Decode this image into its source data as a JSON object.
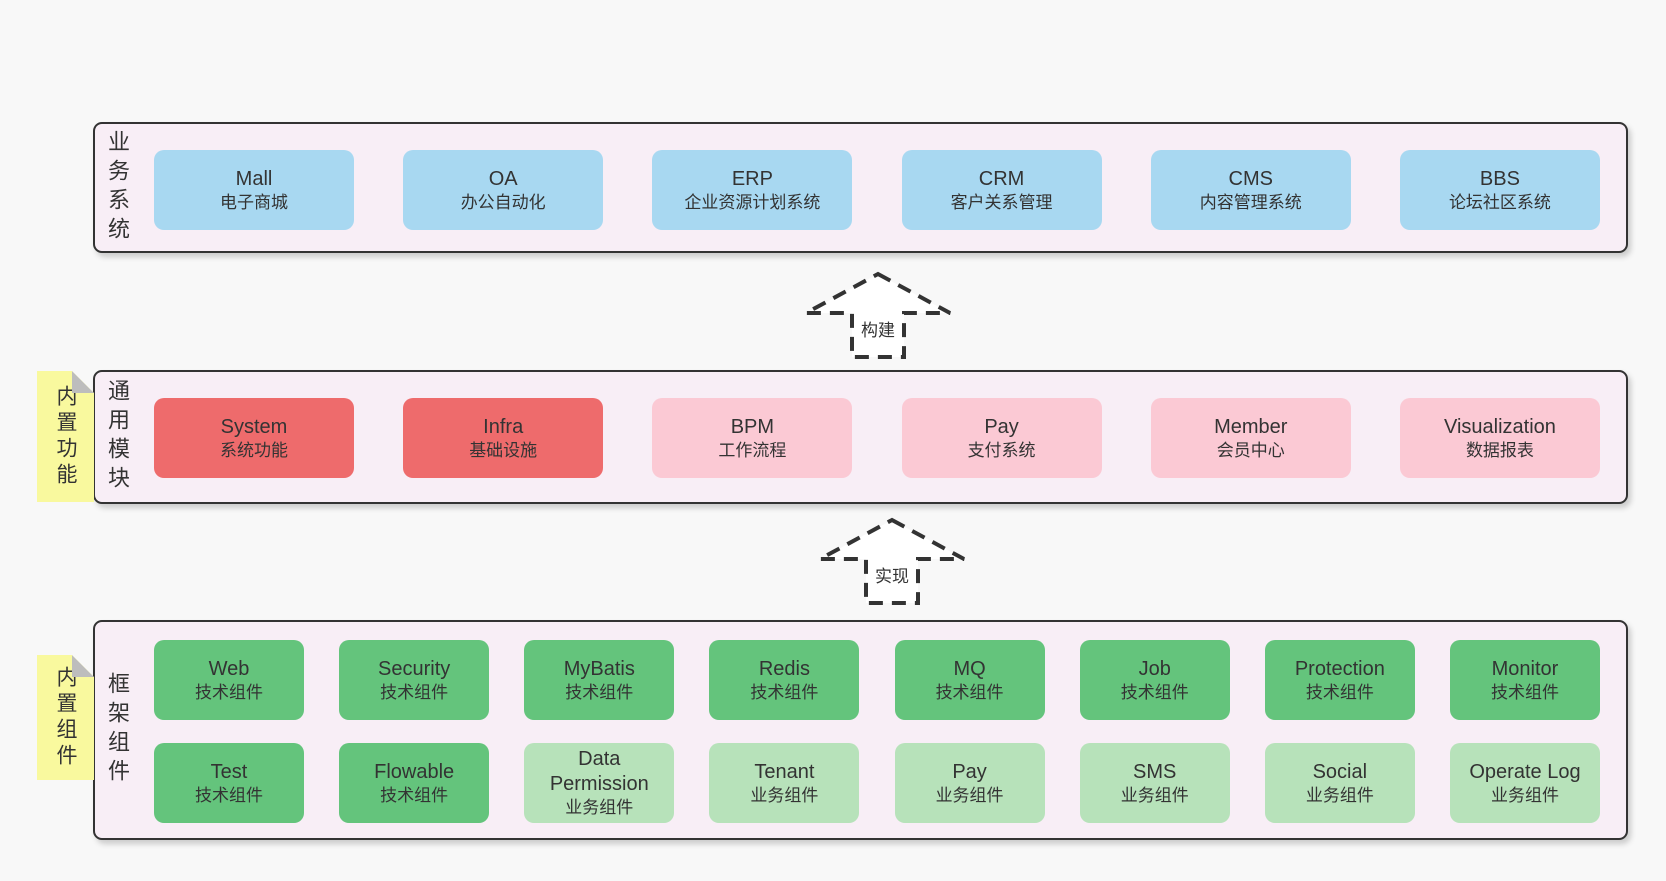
{
  "palette": {
    "page_bg": "#f8f8f8",
    "band_bg": "#f8eef6",
    "band_border": "#333333",
    "blue": "#a8d8f1",
    "red": "#ee6b6c",
    "pink": "#fbc9d4",
    "green": "#64c47c",
    "light_green": "#b7e2ba",
    "sticky_yellow": "#f9f99e",
    "text": "#333333"
  },
  "bands": [
    {
      "label": "业务系统",
      "boxes": [
        {
          "name": "Mall",
          "desc": "电子商城"
        },
        {
          "name": "OA",
          "desc": "办公自动化"
        },
        {
          "name": "ERP",
          "desc": "企业资源计划系统"
        },
        {
          "name": "CRM",
          "desc": "客户关系管理"
        },
        {
          "name": "CMS",
          "desc": "内容管理系统"
        },
        {
          "name": "BBS",
          "desc": "论坛社区系统"
        }
      ]
    },
    {
      "sticky": "内置功能",
      "label": "通用模块",
      "boxes": [
        {
          "name": "System",
          "desc": "系统功能"
        },
        {
          "name": "Infra",
          "desc": "基础设施"
        },
        {
          "name": "BPM",
          "desc": "工作流程"
        },
        {
          "name": "Pay",
          "desc": "支付系统"
        },
        {
          "name": "Member",
          "desc": "会员中心"
        },
        {
          "name": "Visualization",
          "desc": "数据报表"
        }
      ]
    },
    {
      "sticky": "内置组件",
      "label": "框架组件",
      "rows": [
        [
          {
            "name": "Web",
            "desc": "技术组件"
          },
          {
            "name": "Security",
            "desc": "技术组件"
          },
          {
            "name": "MyBatis",
            "desc": "技术组件"
          },
          {
            "name": "Redis",
            "desc": "技术组件"
          },
          {
            "name": "MQ",
            "desc": "技术组件"
          },
          {
            "name": "Job",
            "desc": "技术组件"
          },
          {
            "name": "Protection",
            "desc": "技术组件"
          },
          {
            "name": "Monitor",
            "desc": "技术组件"
          }
        ],
        [
          {
            "name": "Test",
            "desc": "技术组件"
          },
          {
            "name": "Flowable",
            "desc": "技术组件"
          },
          {
            "name": "Data Permission",
            "desc": "业务组件"
          },
          {
            "name": "Tenant",
            "desc": "业务组件"
          },
          {
            "name": "Pay",
            "desc": "业务组件"
          },
          {
            "name": "SMS",
            "desc": "业务组件"
          },
          {
            "name": "Social",
            "desc": "业务组件"
          },
          {
            "name": "Operate Log",
            "desc": "业务组件"
          }
        ]
      ]
    }
  ],
  "arrows": [
    {
      "label": "构建"
    },
    {
      "label": "实现"
    }
  ]
}
